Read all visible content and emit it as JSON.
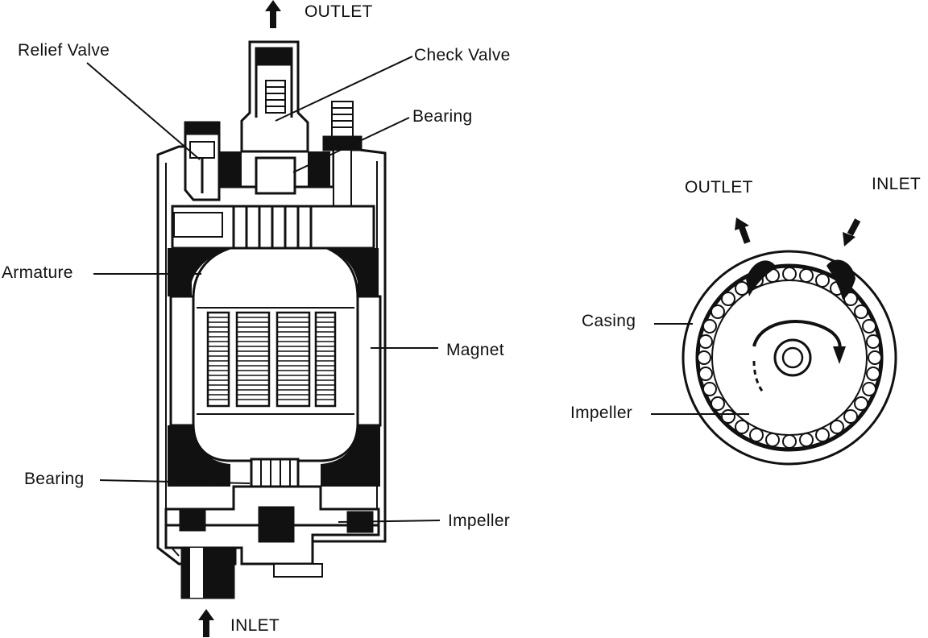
{
  "pump": {
    "outlet": "OUTLET",
    "inlet": "INLET",
    "relief_valve": "Relief Valve",
    "check_valve": "Check Valve",
    "bearing_top": "Bearing",
    "armature": "Armature",
    "magnet": "Magnet",
    "bearing_bottom": "Bearing",
    "impeller": "Impeller"
  },
  "impeller_view": {
    "outlet": "OUTLET",
    "inlet": "INLET",
    "casing": "Casing",
    "impeller": "Impeller"
  },
  "colors": {
    "ink": "#111111",
    "paper": "#ffffff"
  }
}
